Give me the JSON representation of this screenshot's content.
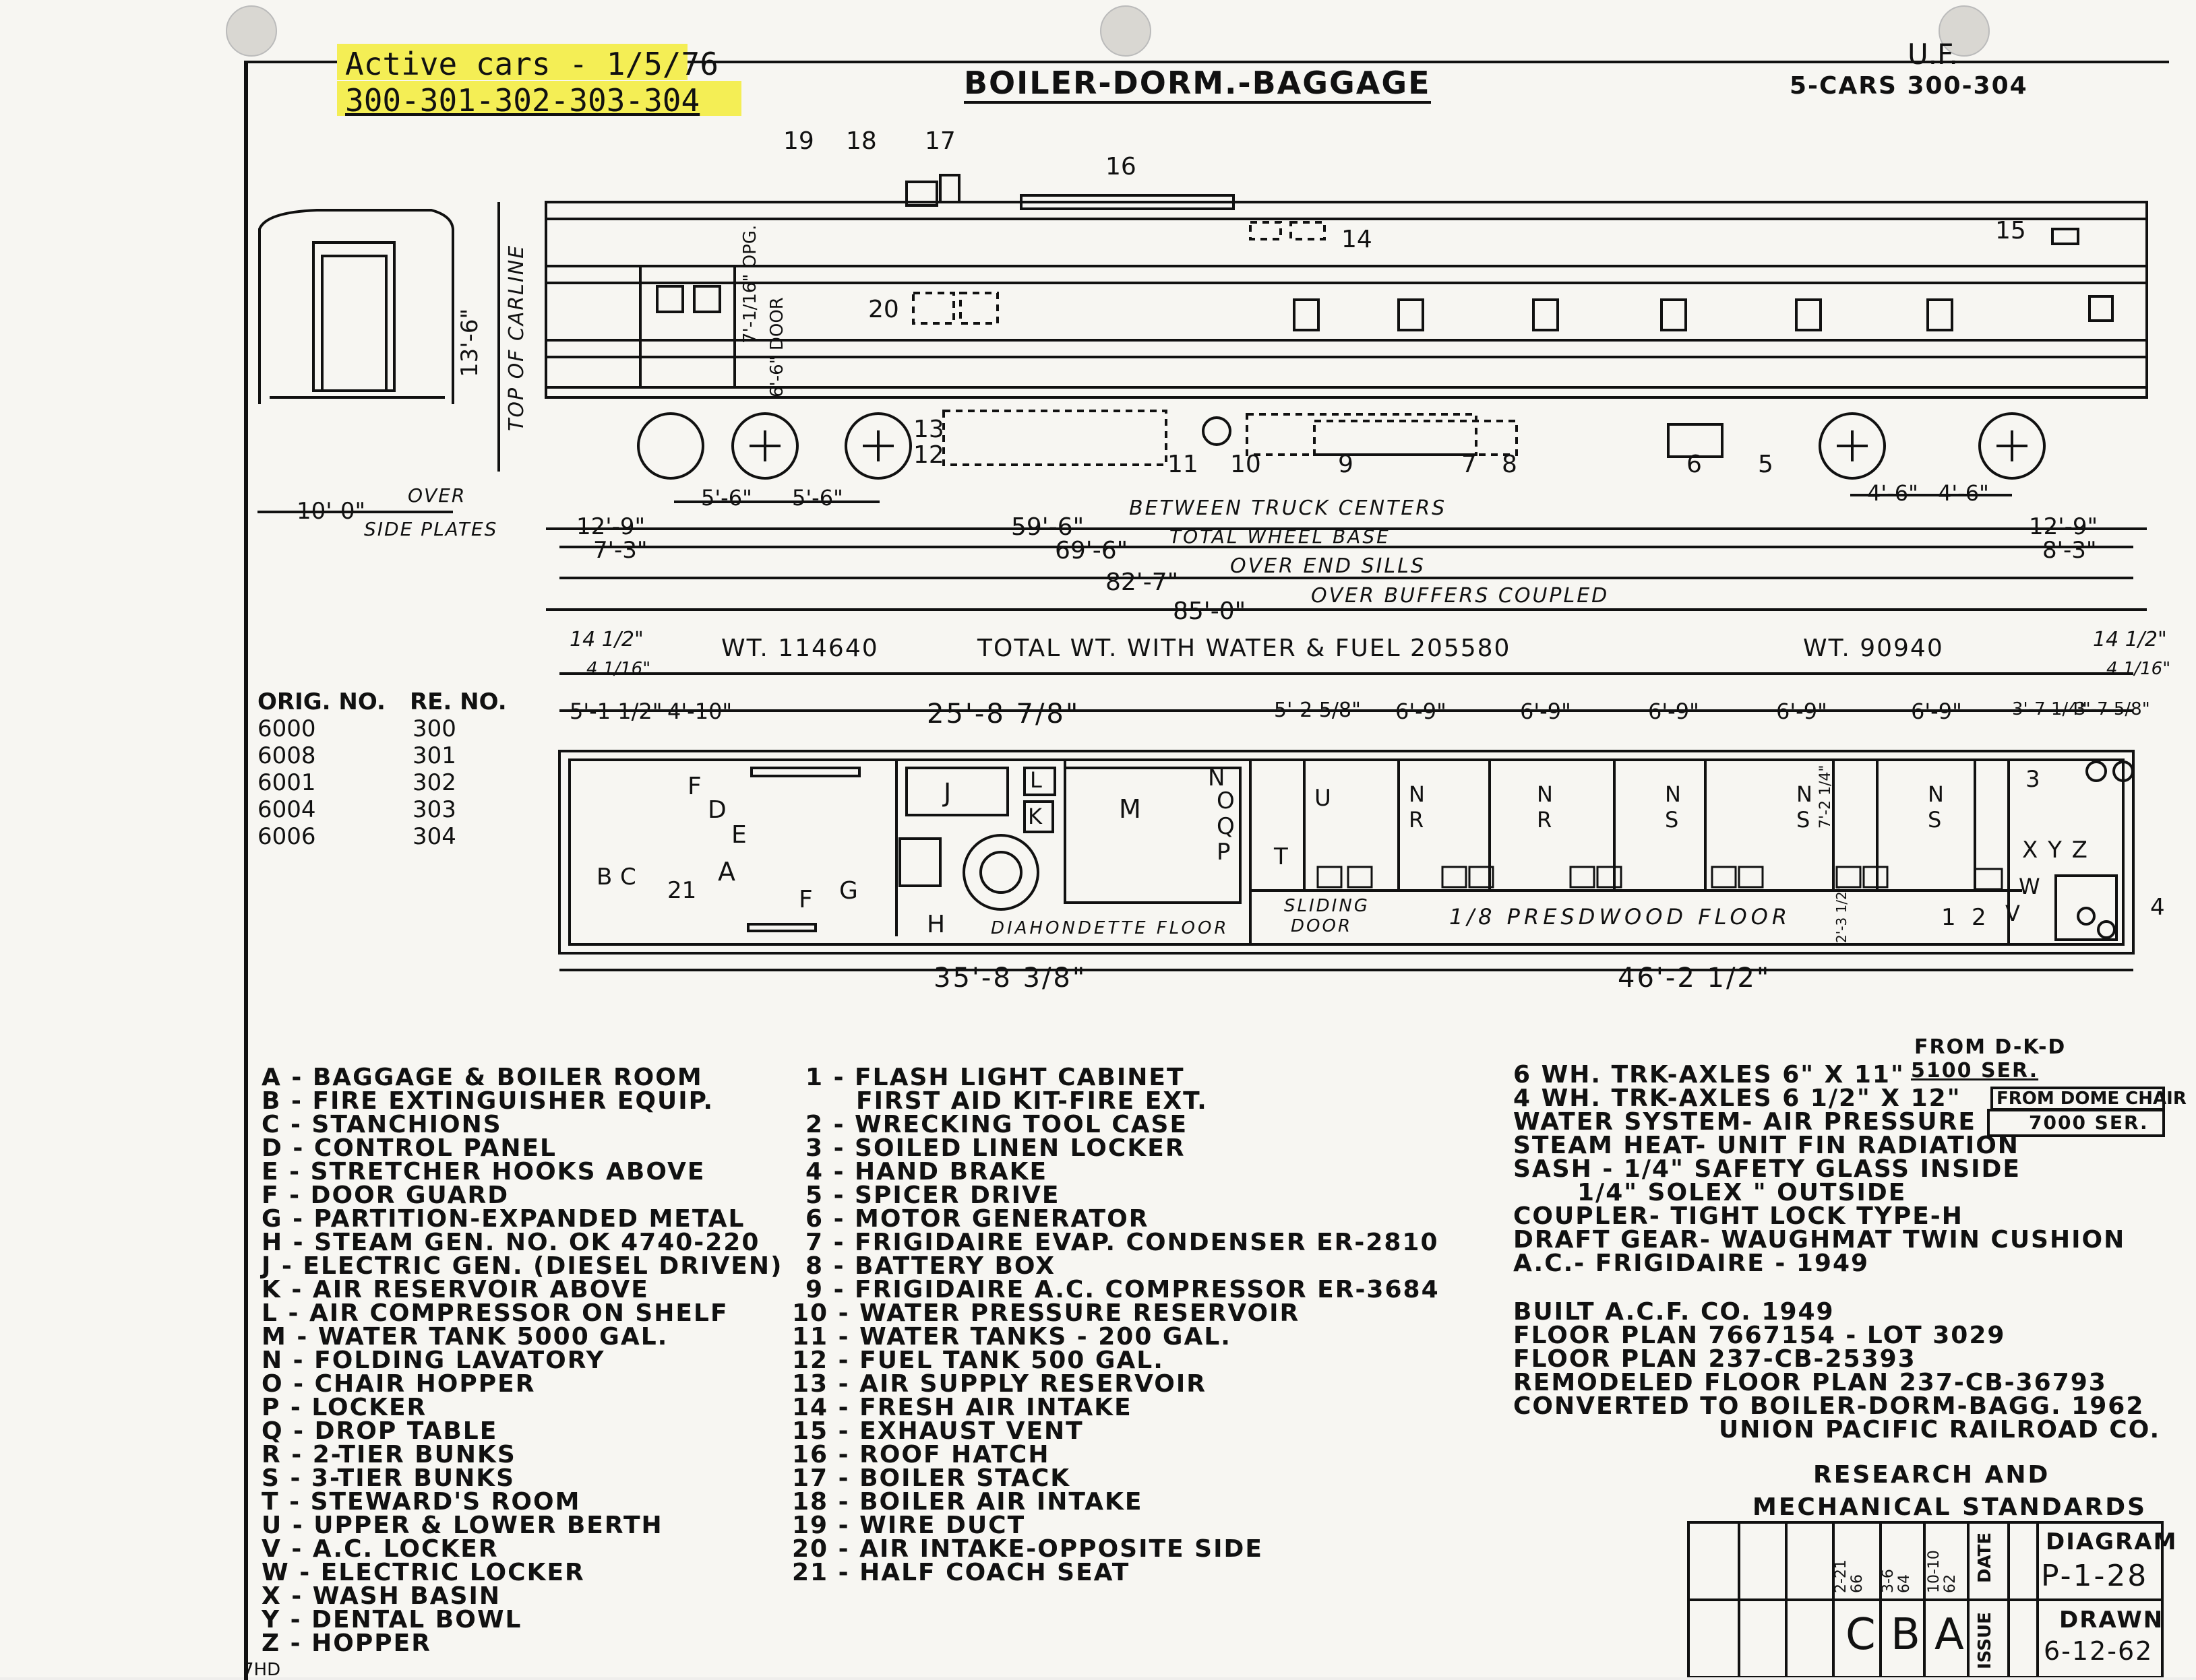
{
  "header": {
    "active_note_line1": "Active cars - 1/5/76",
    "active_note_line2": "300-301-302-303-304",
    "title": "BOILER-DORM.-BAGGAGE",
    "railroad_abbrev": "U.F.",
    "cars": "5-CARS 300-304"
  },
  "callouts": [
    "19",
    "18",
    "17",
    "16",
    "14",
    "15",
    "20",
    "13",
    "12",
    "11",
    "10",
    "9",
    "7",
    "8",
    "6",
    "5"
  ],
  "side_view": {
    "height_label": "13'-6\"",
    "height_caption": "TOP OF CARLINE",
    "door_opening": "7'-1/16\" OPG.",
    "door_height": "6'-6\" DOOR"
  },
  "end_view": {
    "width": "10'-0\"",
    "width_caption_1": "OVER",
    "width_caption_2": "SIDE PLATES"
  },
  "dimensions": {
    "axle_left_1": "5'-6\"",
    "axle_left_2": "5'-6\"",
    "axle_right_1": "4'-6\"",
    "axle_right_2": "4'-6\"",
    "left_overhang": "12'-9\"",
    "left_wheel": "7'-3\"",
    "right_overhang": "12'-9\"",
    "right_wheel": "8'-3\"",
    "truck_centers": "59'-6\"",
    "truck_centers_label": "BETWEEN TRUCK CENTERS",
    "wheel_base": "69'-6\"",
    "wheel_base_label": "TOTAL WHEEL BASE",
    "end_sills": "82'-7\"",
    "end_sills_label": "OVER END SILLS",
    "buffers": "85'-0\"",
    "buffers_label": "OVER BUFFERS COUPLED"
  },
  "weights": {
    "left": "WT. 114640",
    "total": "TOTAL WT. WITH WATER & FUEL 205580",
    "right": "WT. 90940"
  },
  "plan_dims": {
    "left_end_a": "14 1/2\"",
    "left_end_b": "4 1/16\"",
    "right_end_a": "14 1/2\"",
    "right_end_b": "4 1/16\"",
    "seg": [
      "5'-1 1/2\"",
      "4'-10\"",
      "25'-8 7/8\"",
      "5'-2 5/8\"",
      "6'-9\"",
      "6'-9\"",
      "6'-9\"",
      "6'-9\"",
      "6'-9\"",
      "3'-7 1/4\"",
      "3'-7 5/8\""
    ],
    "bottom_left": "35'-8 3/8\"",
    "bottom_right": "46'-2 1/2\"",
    "room_7": "7'-2 1/4\"",
    "room_7b": "2'-3 1/2\""
  },
  "renumber": {
    "headers": [
      "ORIG. NO.",
      "RE. NO."
    ],
    "rows": [
      [
        "6000",
        "300"
      ],
      [
        "6008",
        "301"
      ],
      [
        "6001",
        "302"
      ],
      [
        "6004",
        "303"
      ],
      [
        "6006",
        "304"
      ]
    ]
  },
  "plan_labels": {
    "diamondette": "DIAHONDETTE FLOOR",
    "sliding_door_1": "SLIDING",
    "sliding_door_2": "DOOR",
    "presdwood": "1/8 PRESDWOOD FLOOR",
    "letters": [
      "F",
      "D",
      "E",
      "A",
      "B",
      "C",
      "21",
      "F",
      "G",
      "H",
      "J",
      "L",
      "K",
      "M",
      "N",
      "O",
      "Q",
      "P",
      "U",
      "T",
      "N R",
      "N R",
      "N S",
      "N S",
      "N S",
      "3",
      "X Y Z",
      "W",
      "1",
      "2",
      "V",
      "4"
    ]
  },
  "legend_letters": [
    "A - BAGGAGE & BOILER ROOM",
    "B - FIRE EXTINGUISHER EQUIP.",
    "C - STANCHIONS",
    "D - CONTROL PANEL",
    "E - STRETCHER HOOKS ABOVE",
    "F - DOOR GUARD",
    "G - PARTITION-EXPANDED METAL",
    "H - STEAM GEN. NO. OK 4740-220",
    "J - ELECTRIC GEN. (DIESEL DRIVEN)",
    "K - AIR RESERVOIR ABOVE",
    "L - AIR COMPRESSOR ON SHELF",
    "M - WATER TANK 5000 GAL.",
    "N - FOLDING LAVATORY",
    "O - CHAIR HOPPER",
    "P - LOCKER",
    "Q - DROP TABLE",
    "R - 2-TIER BUNKS",
    "S - 3-TIER BUNKS",
    "T - STEWARD'S ROOM",
    "U - UPPER & LOWER BERTH",
    "V - A.C. LOCKER",
    "W - ELECTRIC LOCKER",
    "X - WASH BASIN",
    "Y - DENTAL BOWL",
    "Z - HOPPER"
  ],
  "legend_numbers": [
    "1 - FLASH LIGHT CABINET",
    "FIRST AID KIT-FIRE EXT.",
    "2 - WRECKING TOOL CASE",
    "3 - SOILED LINEN LOCKER",
    "4 - HAND BRAKE",
    "5 - SPICER DRIVE",
    "6 - MOTOR GENERATOR",
    "7 - FRIGIDAIRE EVAP. CONDENSER ER-2810",
    "8 - BATTERY BOX",
    "9 - FRIGIDAIRE A.C. COMPRESSOR ER-3684",
    "10 - WATER PRESSURE RESERVOIR",
    "11 - WATER TANKS - 200 GAL.",
    "12 - FUEL TANK 500 GAL.",
    "13 - AIR SUPPLY RESERVOIR",
    "14 - FRESH AIR INTAKE",
    "15 - EXHAUST VENT",
    "16 - ROOF HATCH",
    "17 - BOILER STACK",
    "18 - BOILER AIR INTAKE",
    "19 - WIRE DUCT",
    "20 - AIR INTAKE-OPPOSITE SIDE",
    "21 - HALF COACH SEAT"
  ],
  "specs": {
    "axles_6wh": "6 WH. TRK-AXLES 6\" X 11\"",
    "axles_6wh_note_1": "FROM D-K-D",
    "axles_6wh_note_2": "5100 SER.",
    "axles_4wh": "4 WH. TRK-AXLES 6 1/2\" X 12\"",
    "axles_4wh_note_1": "FROM DOME CHAIR",
    "axles_4wh_note_2": "7000 SER.",
    "lines": [
      "WATER SYSTEM- AIR PRESSURE",
      "STEAM HEAT- UNIT FIN RADIATION",
      "SASH - 1/4\" SAFETY GLASS INSIDE",
      "1/4\" SOLEX \" OUTSIDE",
      "COUPLER- TIGHT LOCK TYPE-H",
      "DRAFT GEAR- WAUGHMAT TWIN CUSHION",
      "A.C.- FRIGIDAIRE - 1949"
    ],
    "build": [
      "BUILT A.C.F. CO. 1949",
      "FLOOR PLAN 7667154 - LOT 3029",
      "FLOOR PLAN 237-CB-25393",
      "REMODELED FLOOR PLAN 237-CB-36793",
      "CONVERTED TO BOILER-DORM-BAGG. 1962",
      "UNION PACIFIC RAILROAD CO."
    ]
  },
  "title_block": {
    "dept_1": "RESEARCH AND",
    "dept_2": "MECHANICAL STANDARDS",
    "issues": [
      {
        "date": "2-21 66",
        "issue": "C"
      },
      {
        "date": "3-6 64",
        "issue": "B"
      },
      {
        "date": "10-10 62",
        "issue": "A"
      }
    ],
    "date_label": "DATE",
    "issue_label": "ISSUE",
    "diagram_label": "DIAGRAM",
    "diagram_no": "P-1-28",
    "drawn_label": "DRAWN",
    "drawn_date": "6-12-62"
  },
  "footer_mark": "7HD"
}
